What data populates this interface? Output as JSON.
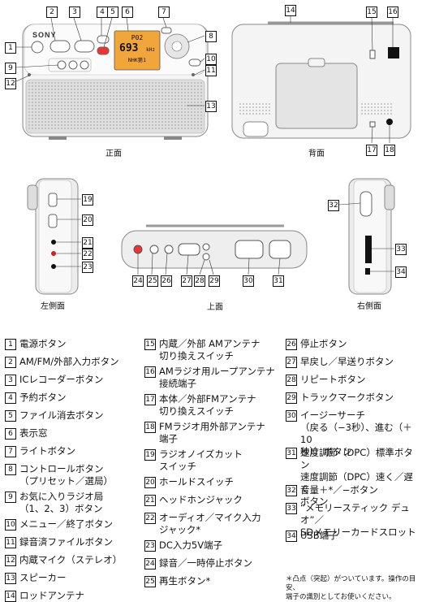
{
  "views": {
    "front": "正面",
    "back": "背面",
    "left": "左側面",
    "top": "上面",
    "right": "右側面"
  },
  "device": {
    "brand": "SONY",
    "display_line1": "P02",
    "display_line2": "693",
    "display_unit": "kHz",
    "display_line3": "NHK第1"
  },
  "legend": [
    {
      "n": "1",
      "text": "電源ボタン"
    },
    {
      "n": "2",
      "text": "AM/FM/外部入力ボタン"
    },
    {
      "n": "3",
      "text": "ICレコーダーボタン"
    },
    {
      "n": "4",
      "text": "予約ボタン"
    },
    {
      "n": "5",
      "text": "ファイル消去ボタン"
    },
    {
      "n": "6",
      "text": "表示窓"
    },
    {
      "n": "7",
      "text": "ライトボタン"
    },
    {
      "n": "8",
      "text": "コントロールボタン\n（プリセット／選局）"
    },
    {
      "n": "9",
      "text": "お気に入りラジオ局\n（1、2、3）ボタン"
    },
    {
      "n": "10",
      "text": "メニュー／終了ボタン"
    },
    {
      "n": "11",
      "text": "録音済ファイルボタン"
    },
    {
      "n": "12",
      "text": "内蔵マイク（ステレオ）"
    },
    {
      "n": "13",
      "text": "スピーカー"
    },
    {
      "n": "14",
      "text": "ロッドアンテナ"
    },
    {
      "n": "15",
      "text": "内蔵／外部 AMアンテナ\n切り換えスイッチ"
    },
    {
      "n": "16",
      "text": "AMラジオ用ループアンテナ\n接続端子"
    },
    {
      "n": "17",
      "text": "本体／外部FMアンテナ\n切り換えスイッチ"
    },
    {
      "n": "18",
      "text": "FMラジオ用外部アンテナ\n端子"
    },
    {
      "n": "19",
      "text": "ラジオノイズカット\nスイッチ"
    },
    {
      "n": "20",
      "text": "ホールドスイッチ"
    },
    {
      "n": "21",
      "text": "ヘッドホンジャック"
    },
    {
      "n": "22",
      "text": "オーディオ／マイク入力\nジャック*"
    },
    {
      "n": "23",
      "text": "DC入力5V端子"
    },
    {
      "n": "24",
      "text": "録音／一時停止ボタン"
    },
    {
      "n": "25",
      "text": "再生ボタン*"
    },
    {
      "n": "26",
      "text": "停止ボタン"
    },
    {
      "n": "27",
      "text": "早戻し／早送りボタン"
    },
    {
      "n": "28",
      "text": "リピートボタン"
    },
    {
      "n": "29",
      "text": "トラックマークボタン"
    },
    {
      "n": "30",
      "text": "イージーサーチ\n（戻る（−3秒）、進む（＋10\n秒））ボタン"
    },
    {
      "n": "31",
      "text": "速度調節（DPC）標準ボタン\n速度調節（DPC）速く／遅く\nボタン"
    },
    {
      "n": "32",
      "text": "音量＋*／−ボタン"
    },
    {
      "n": "33",
      "text": "“メモリースティック デュオ”／\nSDメモリーカードスロット"
    },
    {
      "n": "34",
      "text": "USB端子"
    }
  ],
  "note": "＊凸点（突起）がついています。操作の目安、\n端子の識別としてお使いください。"
}
